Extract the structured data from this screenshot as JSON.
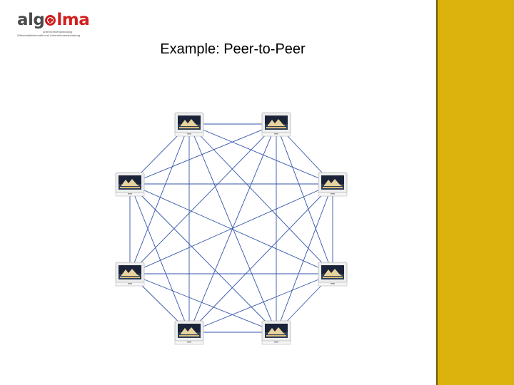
{
  "logo": {
    "brand_part1": "alg",
    "brand_part2": "lma",
    "tagline_line1": "unternehmensberatung",
    "tagline_line2": "Wirtschaftsinformatik und Unternehmensberatung"
  },
  "slide": {
    "title": "Example: Peer-to-Peer"
  },
  "colors": {
    "sidebar": "#dcb20c",
    "link": "#3355aa",
    "screen": "#1a2338",
    "bezel": "#eeeeee"
  },
  "network": {
    "nodes": [
      "computer-1",
      "computer-2",
      "computer-3",
      "computer-4",
      "computer-5",
      "computer-6",
      "computer-7",
      "computer-8"
    ]
  }
}
